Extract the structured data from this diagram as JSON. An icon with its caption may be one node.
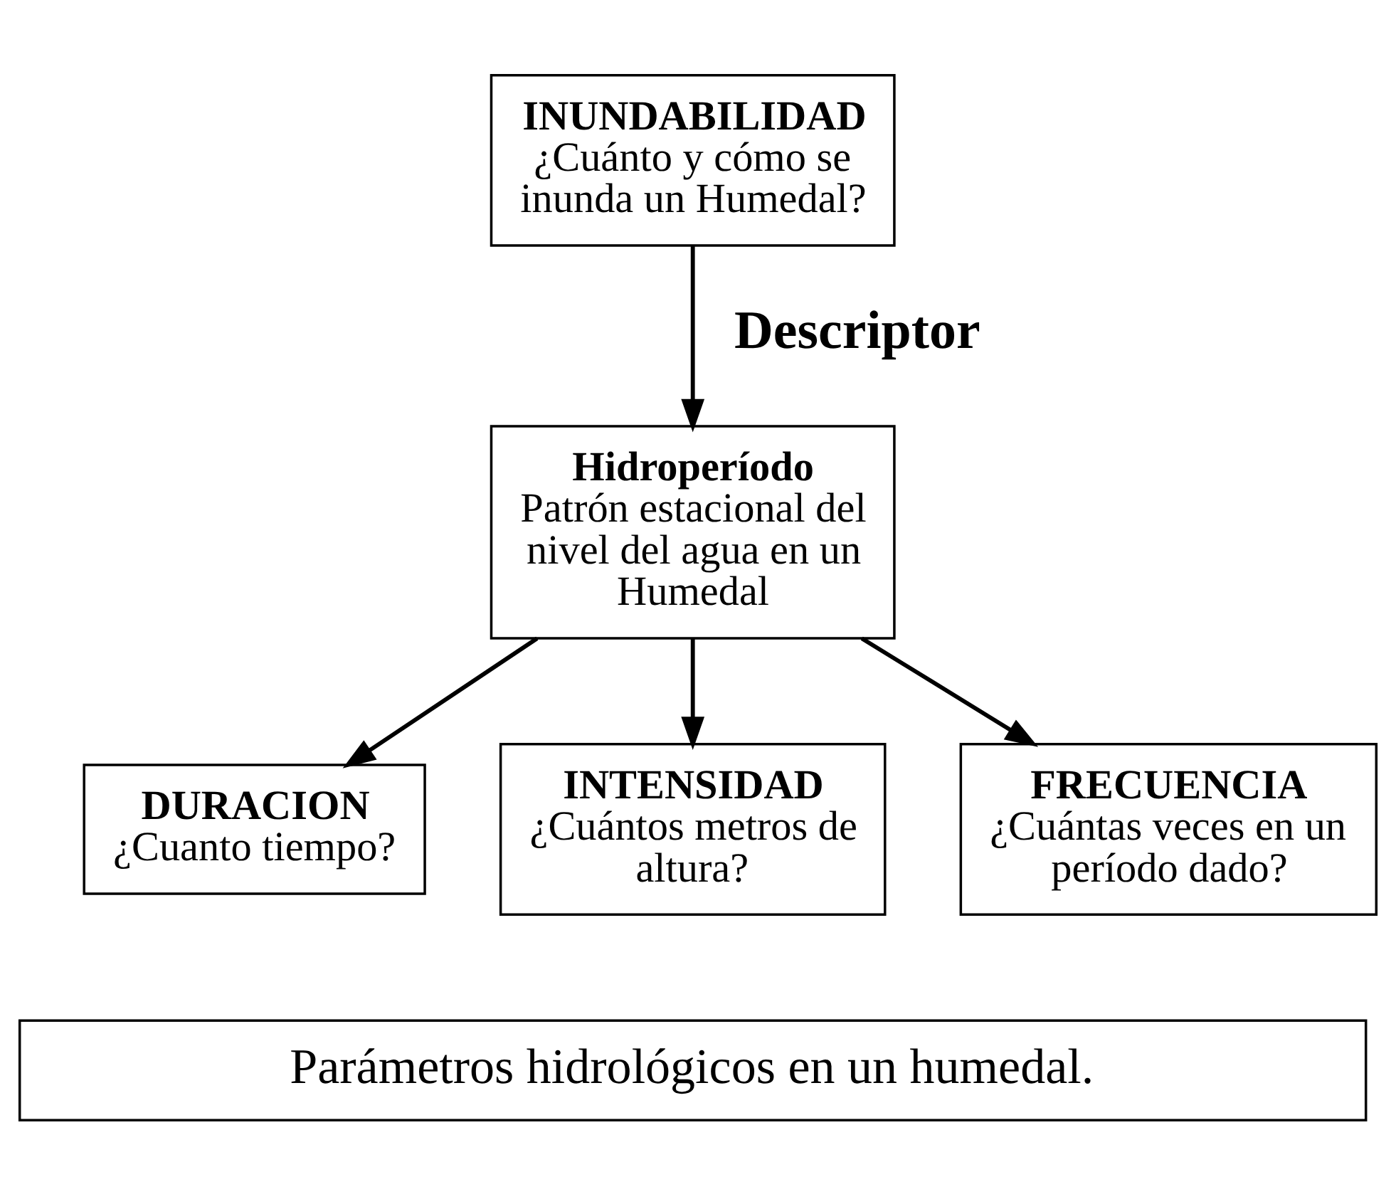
{
  "diagram": {
    "nodes": [
      {
        "text": [
          "INUNDABILIDAD",
          "¿Cuánto y cómo se inunda un Humedal?"
        ]
      },
      {
        "text": [
          "Hidroperíodo",
          "Patrón estacional del nivel del agua en un Humedal"
        ]
      },
      {
        "text": [
          "DURACION",
          "¿Cuanto tiempo?"
        ]
      },
      {
        "text": [
          "INTENSIDAD",
          "¿Cuántos metros de altura?"
        ]
      },
      {
        "text": [
          "FRECUENCIA",
          "¿Cuántas veces en un período dado?"
        ]
      },
      {
        "text": [
          "Parámetros hidrológicos en un humedal."
        ]
      }
    ],
    "edges": [
      {
        "from": 0,
        "to": 1,
        "arrow": "to",
        "label": "Descriptor"
      },
      {
        "from": 1,
        "to": 2,
        "arrow": "to"
      },
      {
        "from": 1,
        "to": 3,
        "arrow": "to"
      },
      {
        "from": 1,
        "to": 4,
        "arrow": "to"
      }
    ]
  }
}
